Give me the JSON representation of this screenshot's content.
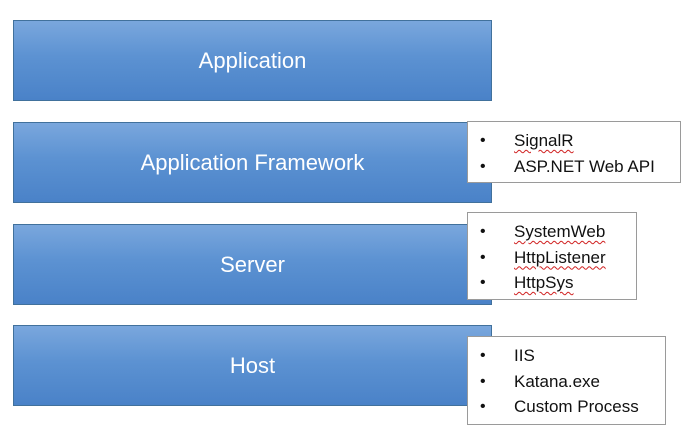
{
  "layers": [
    {
      "label": "Application"
    },
    {
      "label": "Application Framework"
    },
    {
      "label": "Server"
    },
    {
      "label": "Host"
    }
  ],
  "callouts": {
    "framework": [
      "SignalR",
      "ASP.NET Web API"
    ],
    "server": [
      "SystemWeb",
      "HttpListener",
      "HttpSys"
    ],
    "host": [
      "IIS",
      "Katana.exe",
      "Custom Process"
    ]
  }
}
